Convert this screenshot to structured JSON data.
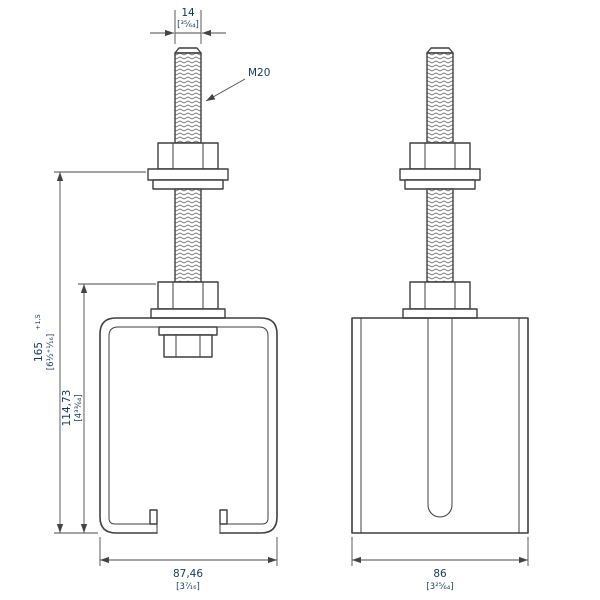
{
  "drawing": {
    "background": "#ffffff",
    "line_color": "#3f3f3f",
    "dim_color": "#15375e",
    "labels": {
      "thread_spec": "M20"
    },
    "dimensions": {
      "thread_width": {
        "mm": "14",
        "inch": "[³⁵⁄₆₄]"
      },
      "overall_height": {
        "mm": "165",
        "tolerance": "+1,5",
        "inch": "[6¹⁄₂⁺¹⁄₁₆]"
      },
      "bracket_height": {
        "mm": "114,73",
        "inch": "[4³³⁄₆₄]"
      },
      "bracket_width": {
        "mm": "87,46",
        "inch": "[3⁷⁄₁₆]"
      },
      "body_width": {
        "mm": "86",
        "inch": "[3²⁵⁄₆₄]"
      }
    }
  }
}
